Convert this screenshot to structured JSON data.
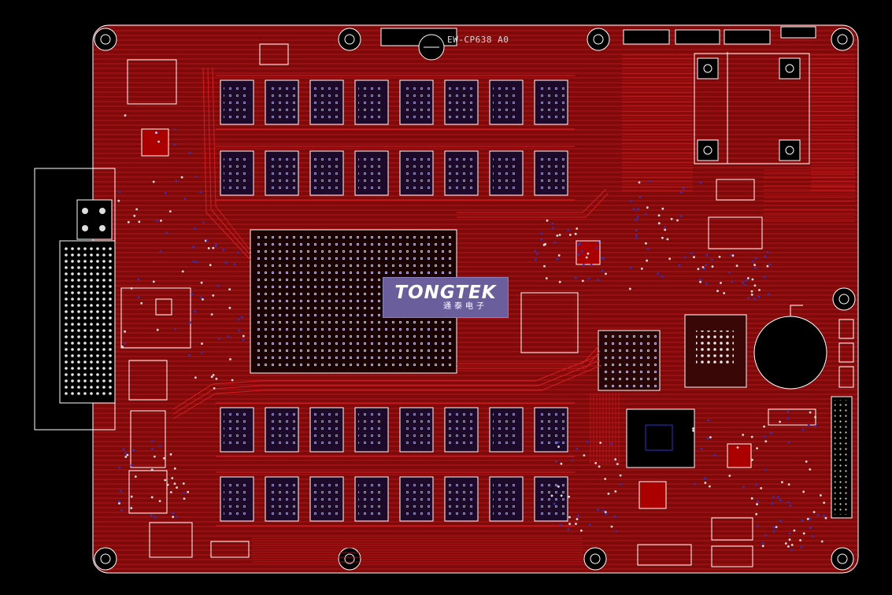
{
  "board": {
    "silkscreen_label": "EW-CP638 A0",
    "colors": {
      "background": "#000000",
      "copper": "#a40d0d",
      "trace": "#c4161c",
      "via": "#2a35c8",
      "silkscreen": "#e0e0e0",
      "outline": "#ffffff"
    }
  },
  "logo": {
    "main": "TONGTEK",
    "sub": "通泰电子",
    "background": "#6a5f9c"
  }
}
